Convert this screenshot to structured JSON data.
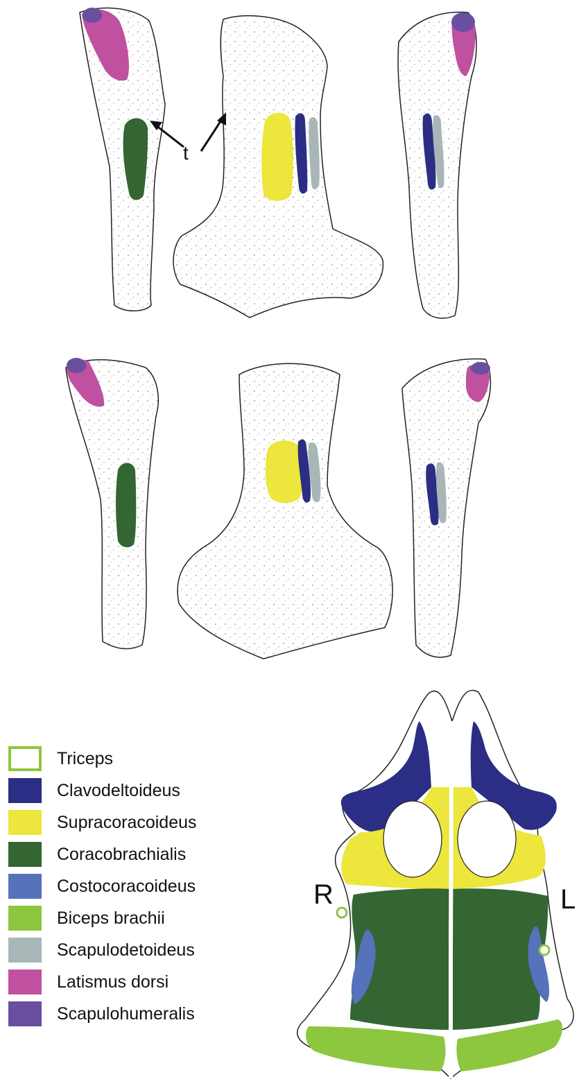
{
  "annotation": {
    "t_label": "t"
  },
  "side_labels": {
    "right": "R",
    "left": "L"
  },
  "legend": [
    {
      "label": "Triceps",
      "color": "#ffffff",
      "border": "#8dc63f"
    },
    {
      "label": "Clavodeltoideus",
      "color": "#2b2e84",
      "border": "#2b2e84"
    },
    {
      "label": "Supracoracoideus",
      "color": "#ece63d",
      "border": "#ece63d"
    },
    {
      "label": "Coracobrachialis",
      "color": "#336633",
      "border": "#336633"
    },
    {
      "label": "Costocoracoideus",
      "color": "#5572bb",
      "border": "#5572bb"
    },
    {
      "label": "Biceps brachii",
      "color": "#8dc63f",
      "border": "#8dc63f"
    },
    {
      "label": "Scapulodetoideus",
      "color": "#a9b6b8",
      "border": "#a9b6b8"
    },
    {
      "label": "Latismus dorsi",
      "color": "#c050a0",
      "border": "#c050a0"
    },
    {
      "label": "Scapulohumeralis",
      "color": "#6a4ea0",
      "border": "#6a4ea0"
    }
  ]
}
